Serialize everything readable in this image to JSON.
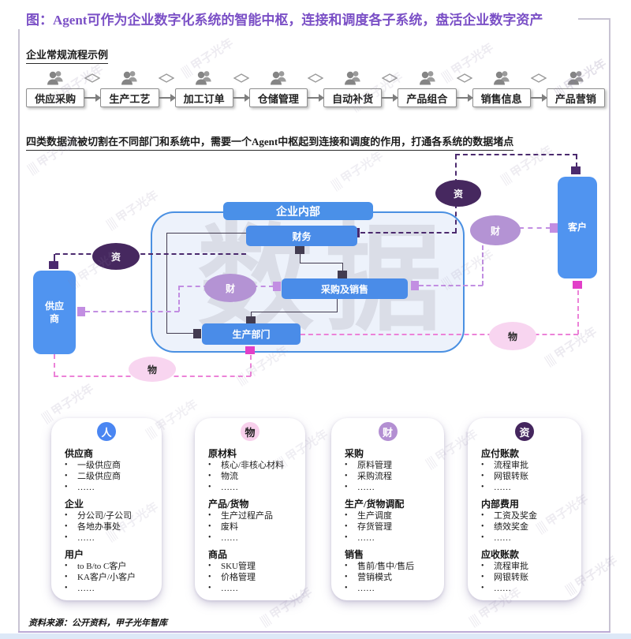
{
  "title": "图：Agent可作为企业数字化系统的智能中枢，连接和调度各子系统，盘活企业数字资产",
  "flow": {
    "heading": "企业常规流程示例",
    "steps": [
      "供应采购",
      "生产工艺",
      "加工订单",
      "仓储管理",
      "自动补货",
      "产品组合",
      "销售信息",
      "产品营销"
    ]
  },
  "statement": "四类数据流被切割在不同部门和系统中，需要一个Agent中枢起到连接和调度的作用，打通各系统的数据堵点",
  "diagram": {
    "watermark": "数据",
    "enterprise_label": "企业内部",
    "nodes": {
      "finance": "财务",
      "purchase_sales": "采购及销售",
      "production": "生产部门",
      "supplier": "供应商",
      "customer": "客户"
    },
    "badge_zi": "资",
    "badge_cai": "财",
    "badge_wu": "物"
  },
  "cards": [
    {
      "badge": "人",
      "badge_bg": "#4a86f2",
      "badge_fg": "#ffffff",
      "sections": [
        {
          "title": "供应商",
          "items": [
            "一级供应商",
            "二级供应商",
            "……"
          ]
        },
        {
          "title": "企业",
          "items": [
            "分公司/子公司",
            "各地办事处",
            "……"
          ]
        },
        {
          "title": "用户",
          "items": [
            "to B/to C客户",
            "KA客户/小客户",
            "……"
          ]
        }
      ]
    },
    {
      "badge": "物",
      "badge_bg": "#f8d0ec",
      "badge_fg": "#222222",
      "sections": [
        {
          "title": "原材料",
          "items": [
            "核心/非核心材料",
            "物流",
            "……"
          ]
        },
        {
          "title": "产品/货物",
          "items": [
            "生产过程产品",
            "废料",
            "……"
          ]
        },
        {
          "title": "商品",
          "items": [
            "SKU管理",
            "价格管理",
            "……"
          ]
        }
      ]
    },
    {
      "badge": "财",
      "badge_bg": "#b38fd2",
      "badge_fg": "#ffffff",
      "sections": [
        {
          "title": "采购",
          "items": [
            "原料管理",
            "采购流程",
            "……"
          ]
        },
        {
          "title": "生产/货物调配",
          "items": [
            "生产调度",
            "存货管理",
            "……"
          ]
        },
        {
          "title": "销售",
          "items": [
            "售前/售中/售后",
            "营销模式",
            "……"
          ]
        }
      ]
    },
    {
      "badge": "资",
      "badge_bg": "#45265e",
      "badge_fg": "#ffffff",
      "sections": [
        {
          "title": "应付账款",
          "items": [
            "流程审批",
            "网银转账",
            "……"
          ]
        },
        {
          "title": "内部费用",
          "items": [
            "工资及奖金",
            "绩效奖金",
            "……"
          ]
        },
        {
          "title": "应收账款",
          "items": [
            "流程审批",
            "网银转账",
            "……"
          ]
        }
      ]
    }
  ],
  "footer": "资料来源：公开资料，甲子光年智库",
  "watermark_text": "甲子光年",
  "colors": {
    "title_purple": "#7b50c6",
    "node_blue": "#4a8ce8",
    "side_node_blue": "#5094f0",
    "container_border_blue": "#4a90e2",
    "container_fill": "#edf2fb",
    "dark_purple": "#46285f",
    "light_purple": "#b493d4",
    "light_purple_line": "#c28ee2",
    "pink_fill": "#f8d5f0",
    "pink_line": "#ec82d8",
    "magenta_arrow": "#e23fc8",
    "gray_flow": "#7e7e7e",
    "bottom_strip_blue": "#dde8f7"
  }
}
